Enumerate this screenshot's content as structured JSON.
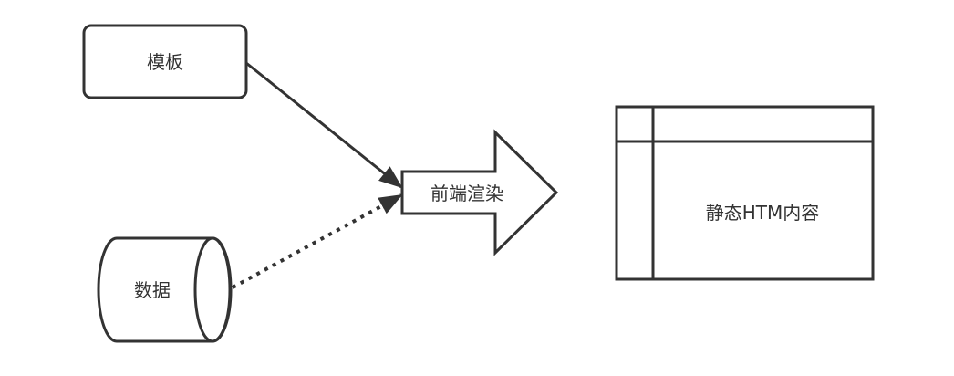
{
  "nodes": {
    "template": "模板",
    "data": "数据",
    "render": "前端渲染",
    "output": "静态HTM内容"
  },
  "colors": {
    "stroke": "#333333",
    "background": "#ffffff"
  }
}
